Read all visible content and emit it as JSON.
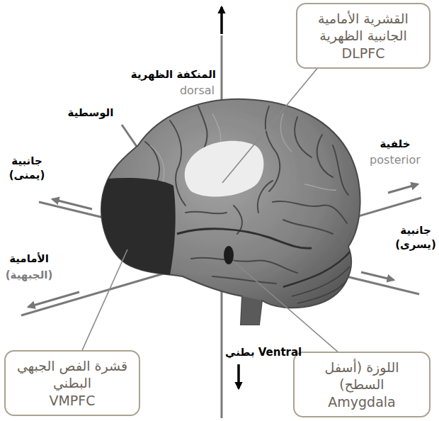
{
  "diagram": {
    "nodes": [
      {
        "text": [
          "القشرية الأمامية الجانبية الظهرية",
          "DLPFC"
        ]
      },
      {
        "text": [
          "اللوزة (أسفل السطح)",
          "Amygdala"
        ]
      },
      {
        "text": [
          "قشرة الفص الجبهي البطني",
          "VMPFC"
        ]
      }
    ],
    "labels": [
      "المنكفة الظهرية",
      "dorsal",
      "الوسطية",
      "جانبية (يمنى)",
      "خلفية",
      "posterior",
      "جانبية (يسرى)",
      "الأمامية",
      "(الجبهية)",
      "بطني Ventral"
    ]
  }
}
